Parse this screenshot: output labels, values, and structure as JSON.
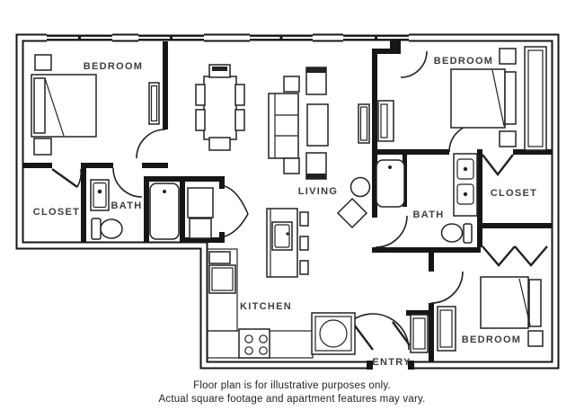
{
  "floor_plan": {
    "labels": {
      "bedroom_top_left": "BEDROOM",
      "bedroom_top_right": "BEDROOM",
      "bedroom_bottom_right": "BEDROOM",
      "closet_left": "CLOSET",
      "closet_right": "CLOSET",
      "bath_left": "BATH",
      "bath_right": "BATH",
      "living": "LIVING",
      "kitchen": "KITCHEN",
      "entry": "ENTRY"
    },
    "colors": {
      "wall": "#161616",
      "line": "#222222",
      "label_text": "#3d3d3d",
      "background": "#ffffff"
    }
  },
  "disclaimer": {
    "line1": "Floor plan is for illustrative purposes only.",
    "line2": "Actual square footage and apartment features may vary."
  }
}
